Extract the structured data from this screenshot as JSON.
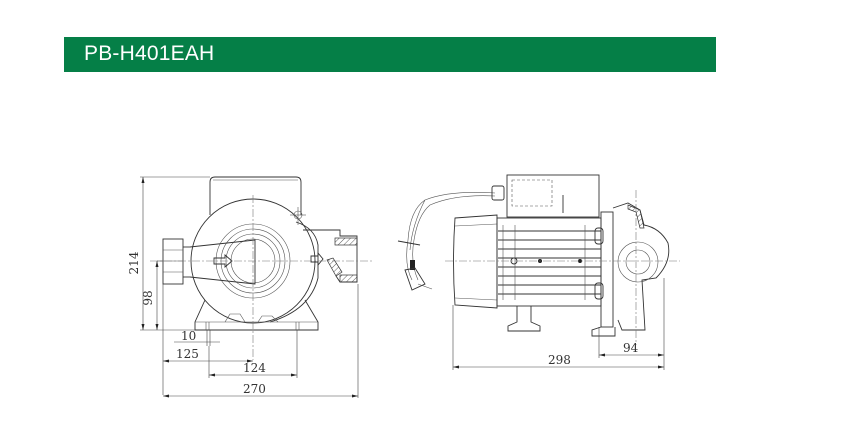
{
  "header": {
    "title": "PB-H401EAH",
    "background_color": "#057f47",
    "text_color": "#ffffff"
  },
  "front_view": {
    "dimensions": {
      "height_total": "214",
      "center_height": "98",
      "foot_hole": "10",
      "inlet_to_center": "125",
      "foot_spacing": "124",
      "width_total": "270"
    }
  },
  "side_view": {
    "dimensions": {
      "length_total": "298",
      "pump_head": "94"
    }
  }
}
